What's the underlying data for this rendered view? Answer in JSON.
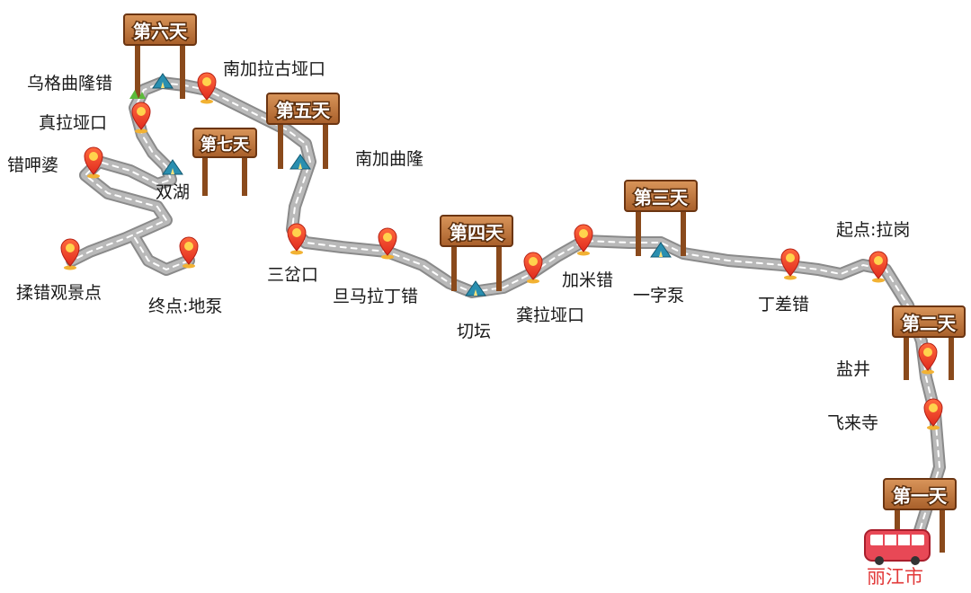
{
  "route": {
    "day_signs": {
      "day1": "第一天",
      "day2": "第二天",
      "day3": "第三天",
      "day4": "第四天",
      "day5": "第五天",
      "day6": "第六天",
      "day7": "第七天"
    },
    "places": {
      "lijiang": "丽江市",
      "feilaisi": "飞来寺",
      "yanjing": "盐井",
      "start_lagang": "起点:拉岗",
      "dingchacuo": "丁差错",
      "yizibeng": "一字泵",
      "jiamicuo": "加米错",
      "gonglayakou": "龚拉垭口",
      "qietan": "切坛",
      "danmaladingcuo": "旦马拉丁错",
      "sanchakou": "三岔口",
      "nanjiaqulong": "南加曲隆",
      "nanjialaguyakou": "南加拉古垭口",
      "wugequlongcuo": "乌格曲隆错",
      "zhenlayakou": "真拉垭口",
      "cuojiapo": "错呷婆",
      "shuanghu": "双湖",
      "roucuo_viewpoint": "揉错观景点",
      "end_dibeng": "终点:地泵"
    }
  }
}
